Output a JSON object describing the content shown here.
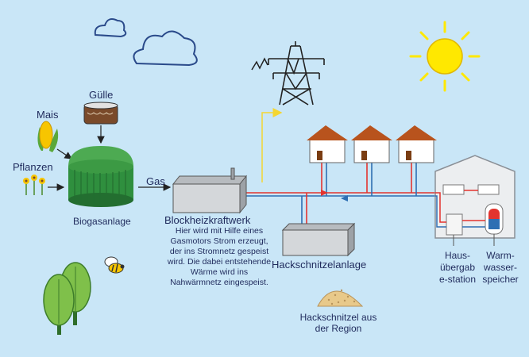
{
  "labels": {
    "gas": "Gas",
    "guelle": "Gülle",
    "mais": "Mais",
    "pflanzen": "Pflanzen",
    "biogasanlage": "Biogasanlage",
    "bhkw_title": "Blockheizkraftwerk",
    "bhkw_desc": "Hier wird mit Hilfe eines Gasmotors Strom erzeugt, der ins Stromnetz gespeist wird. Die dabei entstehende Wärme wird ins Nahwärmnetz eingespeist.",
    "hackschnitzelanlage": "Hackschnitzelanlage",
    "hackschnitzel": "Hackschnitzel aus der Region",
    "hausuebergabestation": "Haus-übergabe-station",
    "warmwasserspeicher": "Warm-wasser-speicher"
  },
  "colors": {
    "sky": "#c9e6f7",
    "sun": "#ffe800",
    "plant_green": "#2f8f3e",
    "heat_red": "#e3342f",
    "return_blue": "#2e6fb3",
    "power_yellow": "#f5d631",
    "text": "#1f2a5c"
  },
  "icons": [
    "cloud-icon",
    "sun-icon",
    "power-pylon-icon",
    "house-icon",
    "bee-icon",
    "tree-icon",
    "corn-icon",
    "flower-icon",
    "manure-tank-icon"
  ]
}
